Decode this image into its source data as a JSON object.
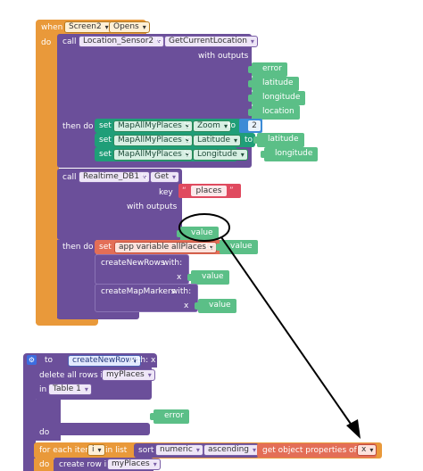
{
  "event": {
    "when": "when",
    "component": "Screen2",
    "event_name": "Opens",
    "do": "do"
  },
  "loc_call": {
    "call": "call",
    "component": "Location_Sensor2",
    "possessive": "'s",
    "method": "GetCurrentLocation",
    "with_outputs": "with outputs",
    "outputs": [
      "error",
      "latitude",
      "longitude",
      "location"
    ],
    "then_do": "then do"
  },
  "map_sets": [
    {
      "set": "set",
      "component": "MapAllMyPlaces",
      "possessive": "'s",
      "property": "Zoom",
      "to": "to",
      "value": "2"
    },
    {
      "set": "set",
      "component": "MapAllMyPlaces",
      "possessive": "'s",
      "property": "Latitude",
      "to": "to",
      "value": "latitude"
    },
    {
      "set": "set",
      "component": "MapAllMyPlaces",
      "possessive": "'s",
      "property": "Longitude",
      "to": "to",
      "value": "longitude"
    }
  ],
  "db_call": {
    "call": "call",
    "component": "Realtime_DB1",
    "possessive": "'s",
    "method": "Get",
    "key_label": "key",
    "key_value": "places",
    "with_outputs": "with outputs",
    "output_value": "value",
    "then_do": "then do"
  },
  "set_var": {
    "set": "set",
    "variable": "app variable allPlaces",
    "to": "to",
    "value": "value"
  },
  "create_rows": {
    "label": "createNewRows",
    "with": "with:",
    "arg": "x",
    "value": "value"
  },
  "create_markers": {
    "label": "createMapMarkers",
    "with": "with:",
    "arg": "x",
    "value": "value"
  },
  "proc": {
    "to": "to",
    "name": "createNewRows",
    "with": "with: x",
    "delete_rows": "delete all rows in",
    "table_component": "myPlaces",
    "in": "in",
    "table": "Table 1",
    "error": "error",
    "do": "do"
  },
  "foreach": {
    "label": "for each item",
    "var": "i",
    "in_list": "in list",
    "sort": "sort",
    "sort_type": "numeric",
    "order": "ascending",
    "get_props": "get object properties of",
    "obj": "x",
    "do": "do",
    "create_row": "create row in",
    "row_component": "myPlaces"
  },
  "colors": {
    "event": "#e9993a",
    "component_call": "#6b4f9a",
    "setter": "#1f9e78",
    "variable": "#5bbf87",
    "app_var": "#e36e57"
  }
}
